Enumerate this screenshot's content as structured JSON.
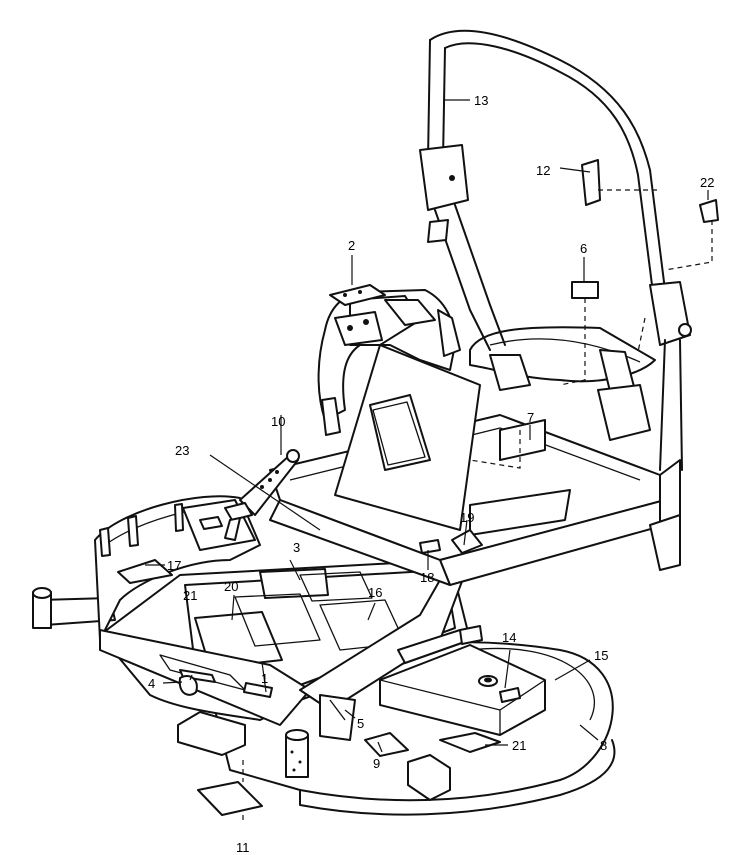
{
  "callouts": {
    "c1": "1",
    "c2": "2",
    "c3": "3",
    "c4": "4",
    "c5": "5",
    "c6": "6",
    "c7": "7",
    "c8": "8",
    "c9": "9",
    "c10": "10",
    "c11": "11",
    "c12": "12",
    "c13": "13",
    "c14": "14",
    "c15": "15",
    "c16": "16",
    "c17": "17",
    "c18": "18",
    "c19": "19",
    "c20": "20",
    "c21a": "21",
    "c21b": "21",
    "c22": "22",
    "c23": "23"
  }
}
